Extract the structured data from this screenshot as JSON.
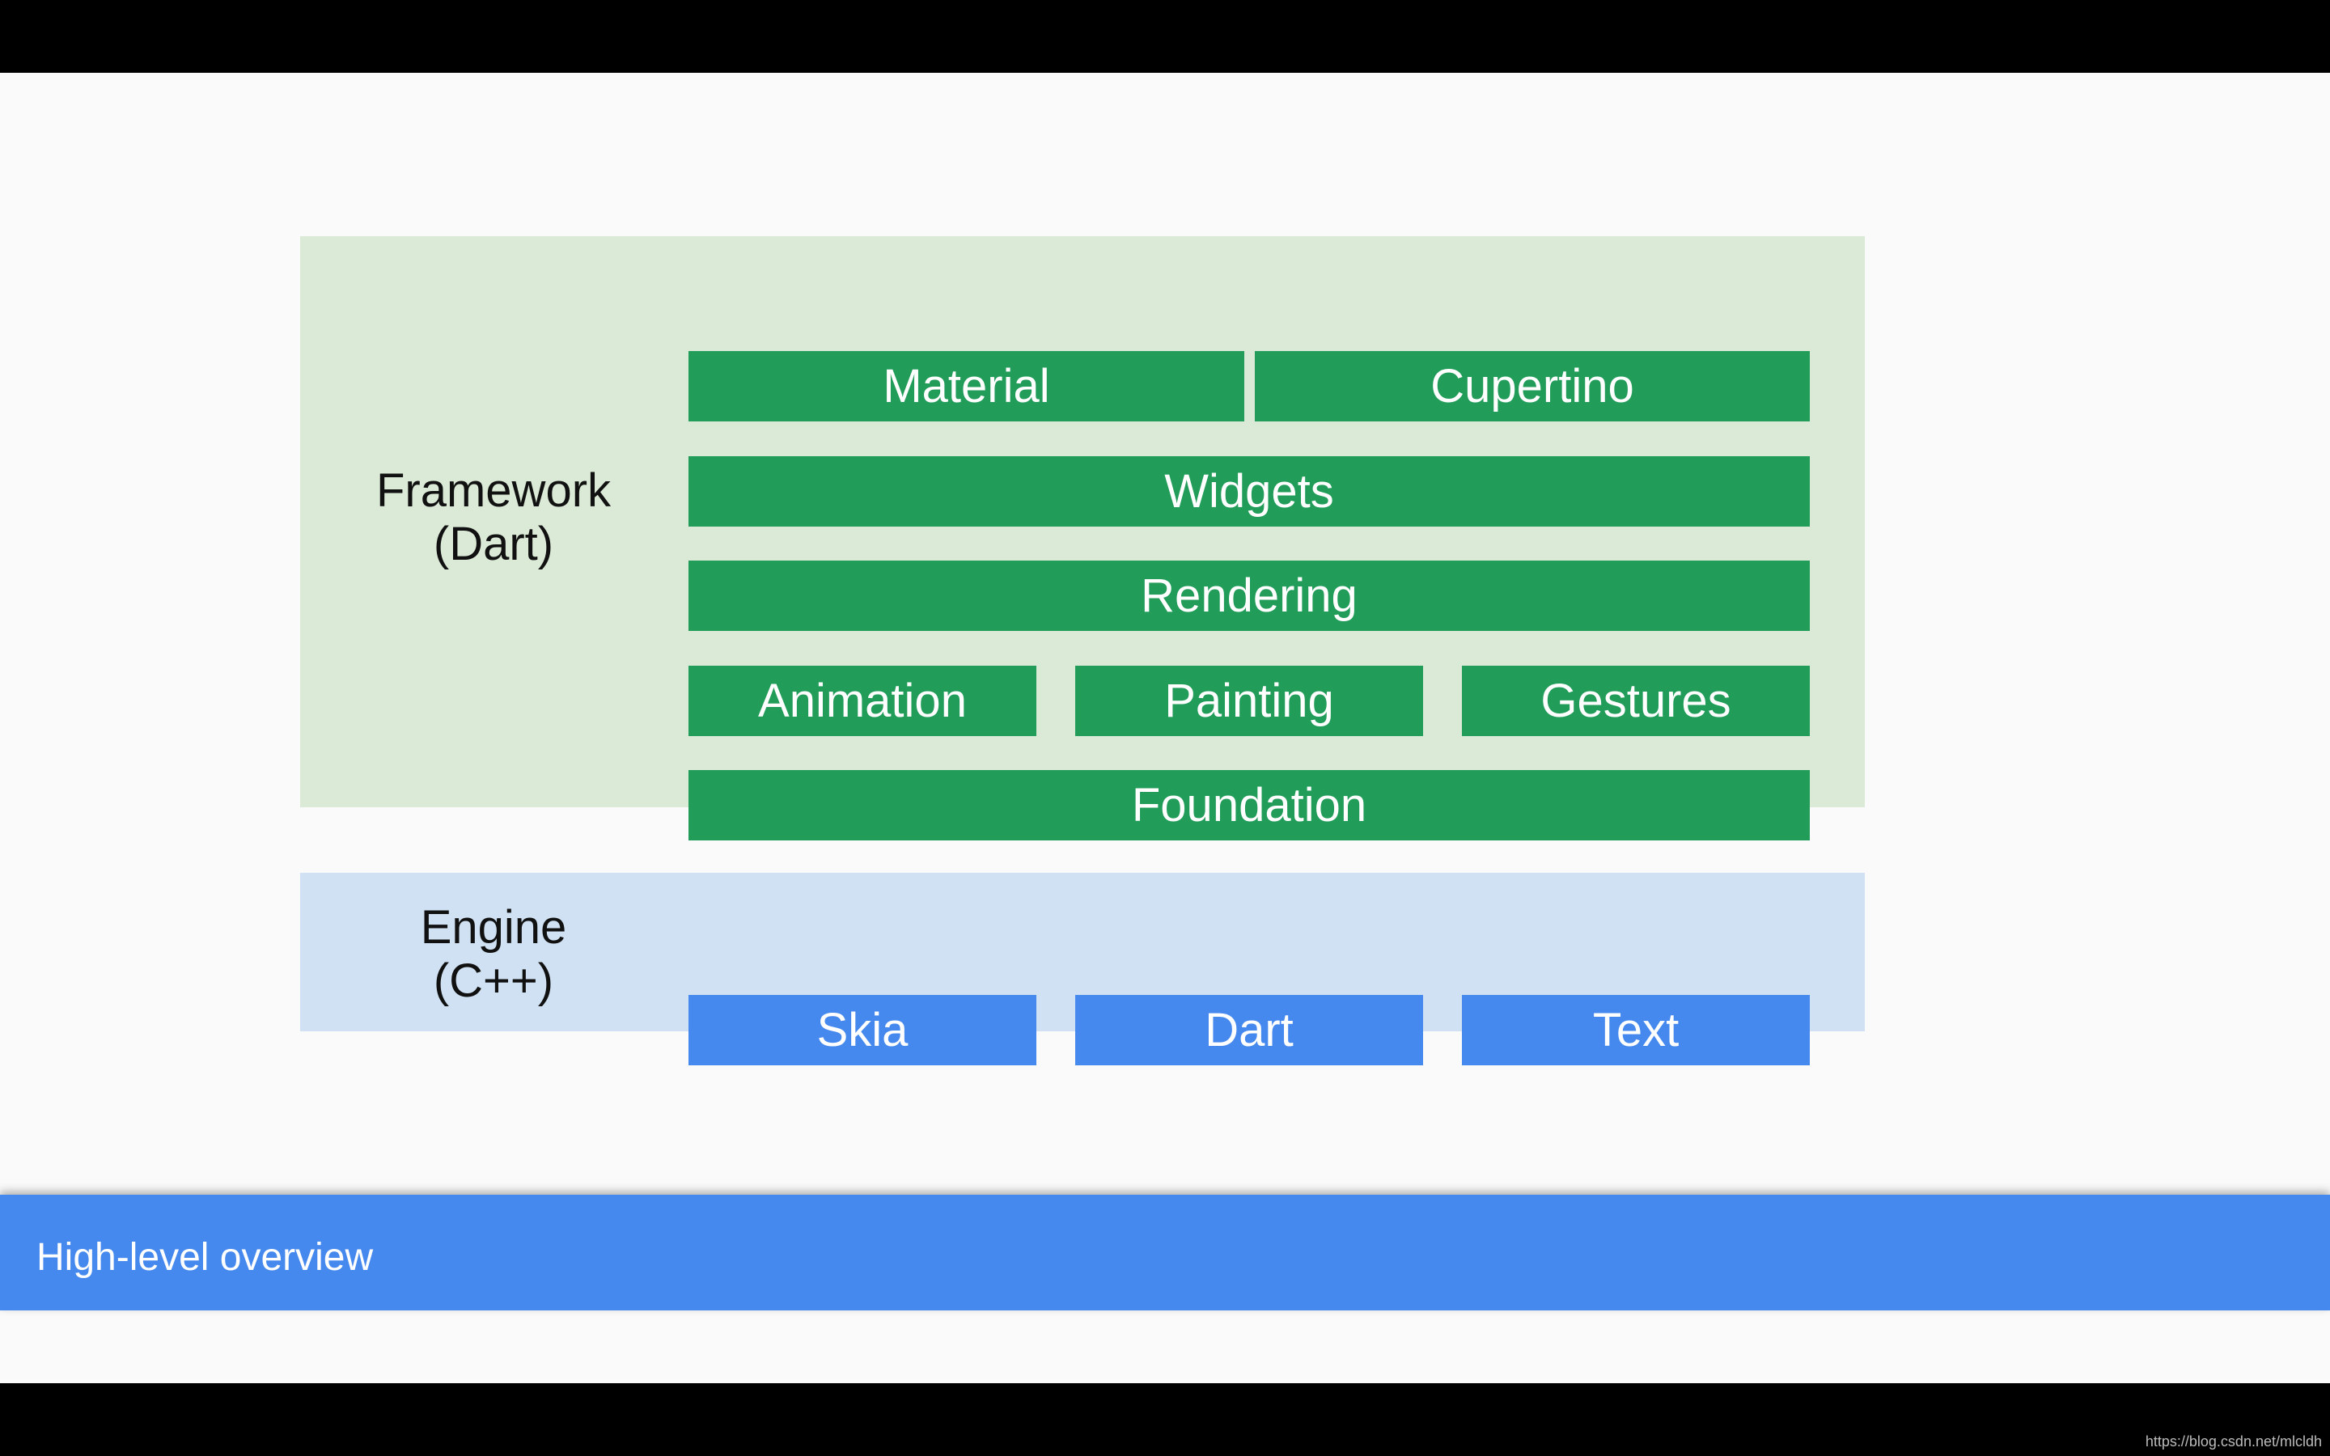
{
  "framework": {
    "label": "Framework\n(Dart)",
    "boxes": {
      "material": "Material",
      "cupertino": "Cupertino",
      "widgets": "Widgets",
      "rendering": "Rendering",
      "animation": "Animation",
      "painting": "Painting",
      "gestures": "Gestures",
      "foundation": "Foundation"
    }
  },
  "engine": {
    "label": "Engine\n(C++)",
    "boxes": {
      "skia": "Skia",
      "dart": "Dart",
      "text": "Text"
    }
  },
  "footer": {
    "title": "High-level overview"
  },
  "watermark": "https://blog.csdn.net/mlcldh",
  "colors": {
    "framework_panel": "#dbead6",
    "framework_box": "#219c59",
    "engine_panel": "#cfe1f2",
    "engine_box": "#4689ee",
    "footer_bar": "#4689ee"
  }
}
